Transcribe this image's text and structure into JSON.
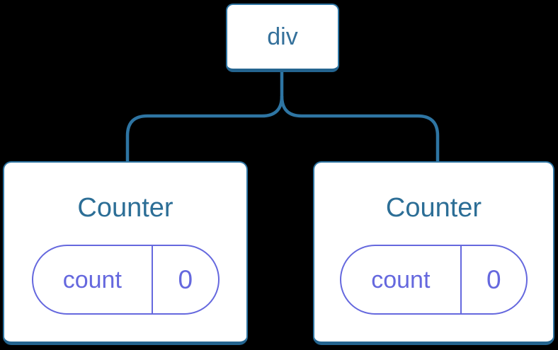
{
  "diagram": {
    "type": "component-tree",
    "root": {
      "label": "div"
    },
    "children": [
      {
        "title": "Counter",
        "state": {
          "key": "count",
          "value": "0"
        }
      },
      {
        "title": "Counter",
        "state": {
          "key": "count",
          "value": "0"
        }
      }
    ],
    "colors": {
      "background": "#000000",
      "node_fill": "#FFFFFF",
      "line_blue": "#2E75A3",
      "edge_dark_blue": "#24648F",
      "node_text_blue": "#2C6E96",
      "state_purple": "#6568DE"
    }
  }
}
